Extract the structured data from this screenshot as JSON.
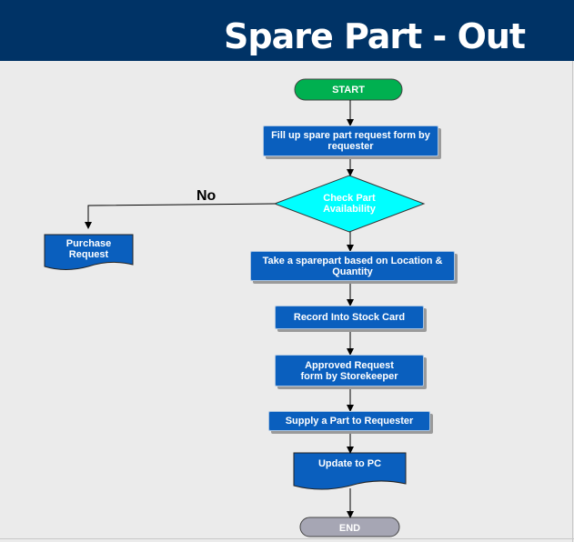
{
  "title": "Spare Part - Out",
  "nodes": {
    "start": "START",
    "fill_form": "Fill up spare part request form by requester",
    "check": "Check Part Availability",
    "purchase": "Purchase Request",
    "take": "Take a sparepart based on Location & Quantity",
    "record": "Record Into Stock Card",
    "approved": "Approved Request form by Storekeeper",
    "supply": "Supply a Part to Requester",
    "update": "Update to PC",
    "end": "END"
  },
  "edge_no": "No",
  "colors": {
    "header": "#003366",
    "process": "#0a5fbe",
    "start": "#00b050",
    "decision": "#00ffff",
    "end": "#a6a6b4"
  }
}
